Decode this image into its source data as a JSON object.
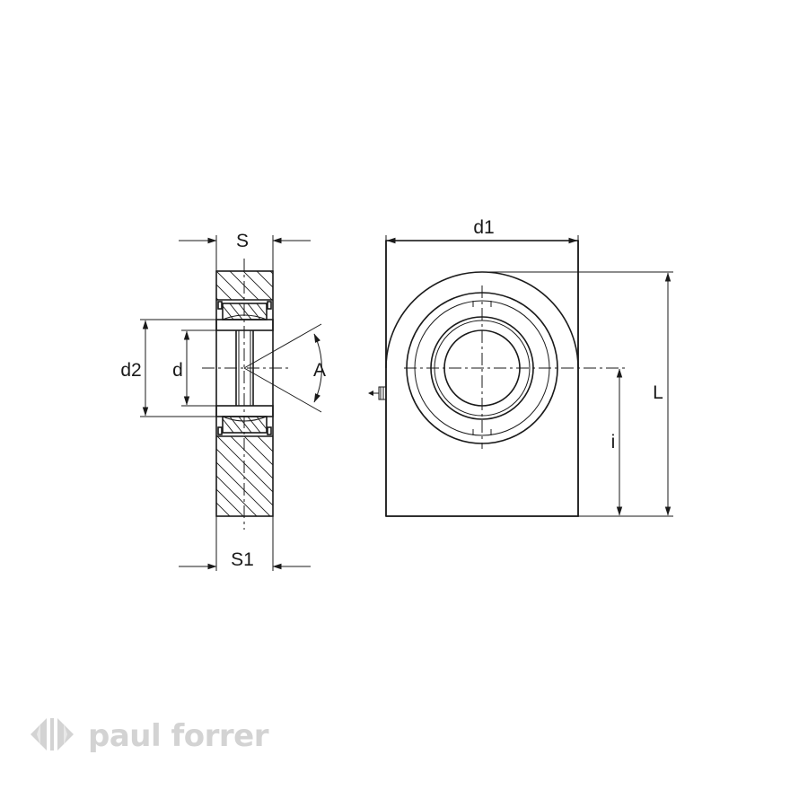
{
  "drawing": {
    "side_view": {
      "labels": {
        "S": "S",
        "S1": "S1",
        "d2": "d2",
        "d": "d",
        "A": "A"
      }
    },
    "front_view": {
      "labels": {
        "d1": "d1",
        "L": "L",
        "i": "i"
      }
    }
  },
  "logo": {
    "text": "paul forrer",
    "color": "#d3d3d3"
  },
  "colors": {
    "line": "#1a1a1a",
    "background": "#ffffff"
  }
}
